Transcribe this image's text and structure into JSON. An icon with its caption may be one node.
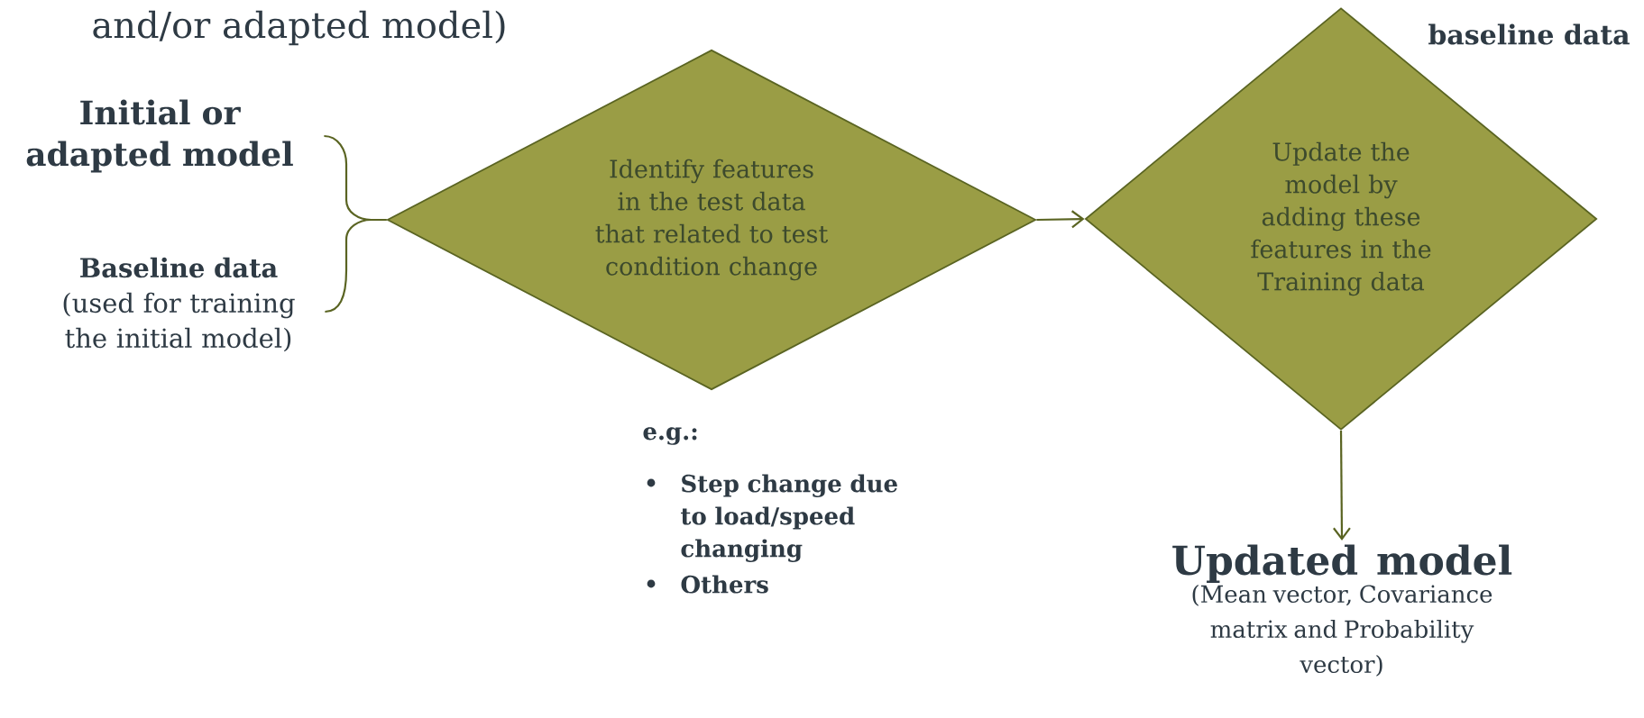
{
  "diagram": {
    "nodes": [
      {
        "text": [
          "Initial or adapted model"
        ]
      },
      {
        "text": [
          "Baseline data",
          "(used for training the initial model)"
        ]
      },
      {
        "text": [
          "Identify features in the test data that related to test condition change"
        ],
        "beside": [
          "e.g.:",
          "Step change due to load/speed changing",
          "Others"
        ]
      },
      {
        "text": [
          "Update the model by adding these features in the Training data"
        ]
      },
      {
        "text": [
          "Updated model",
          "(Mean vector, Covariance matrix and Probability vector)"
        ]
      }
    ],
    "edges": [
      {
        "from": 0,
        "to": 2,
        "arrow": "none"
      },
      {
        "from": 1,
        "to": 2,
        "arrow": "none"
      },
      {
        "from": 2,
        "to": 3,
        "arrow": "to"
      },
      {
        "from": 3,
        "to": 4,
        "arrow": "to"
      }
    ],
    "labels": [
      "and/or adapted model)",
      "baseline data"
    ]
  }
}
